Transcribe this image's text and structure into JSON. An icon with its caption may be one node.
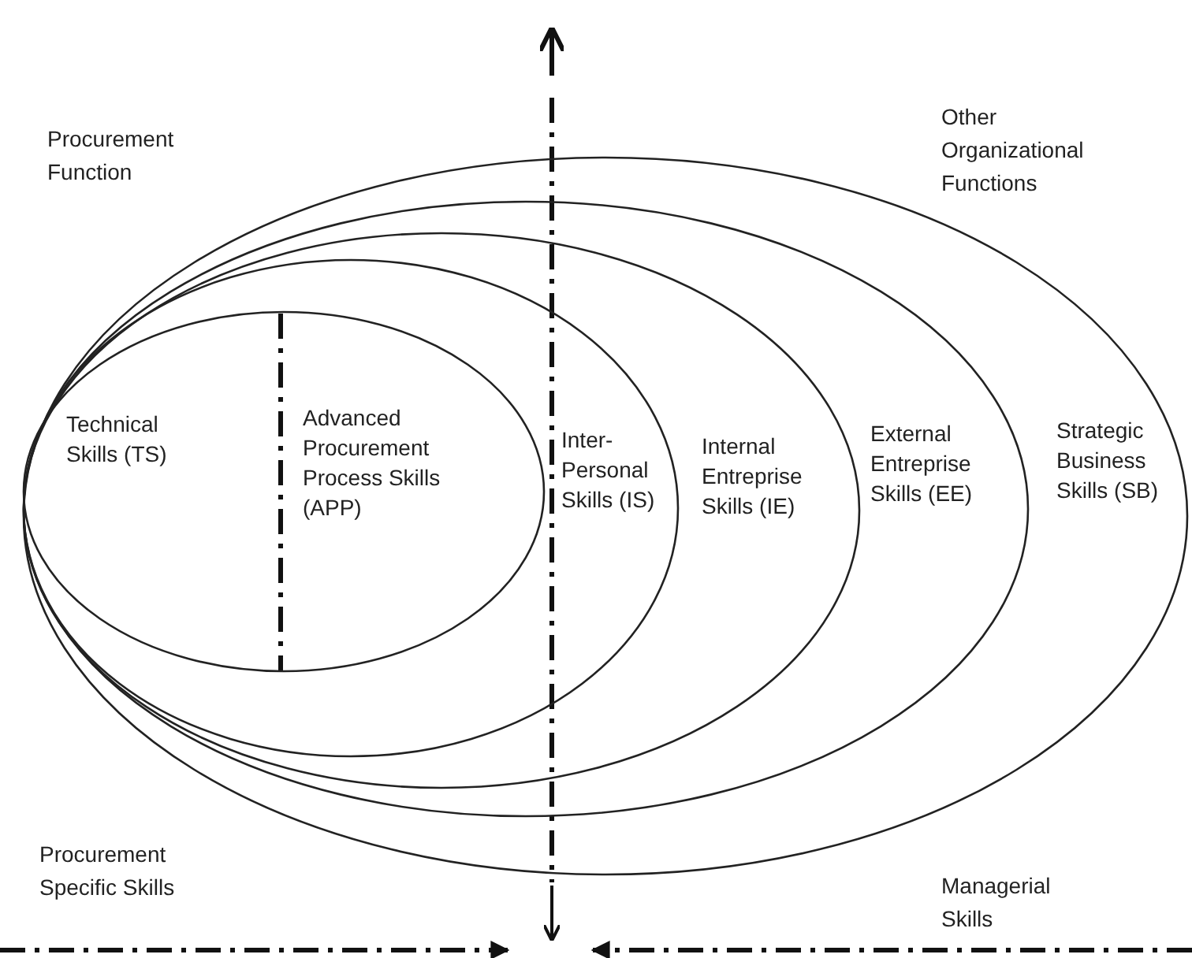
{
  "diagram": {
    "nodes": [
      {
        "text": [
          "Strategic Business Skills (SB)"
        ]
      },
      {
        "text": [
          "External Entreprise Skills (EE)"
        ],
        "in": 0
      },
      {
        "text": [
          "Internal Entreprise Skills (IE)"
        ],
        "in": 1
      },
      {
        "text": [
          "Inter-Personal Skills (IS)"
        ],
        "in": 2
      },
      {
        "text": [
          "Technical Skills (TS)",
          "Advanced Procurement Process Skills (APP)"
        ],
        "in": 3
      }
    ],
    "edges": [],
    "labels": [
      "Procurement Function",
      "Other Organizational Functions",
      "Procurement Specific Skills",
      "Managerial Skills"
    ]
  }
}
